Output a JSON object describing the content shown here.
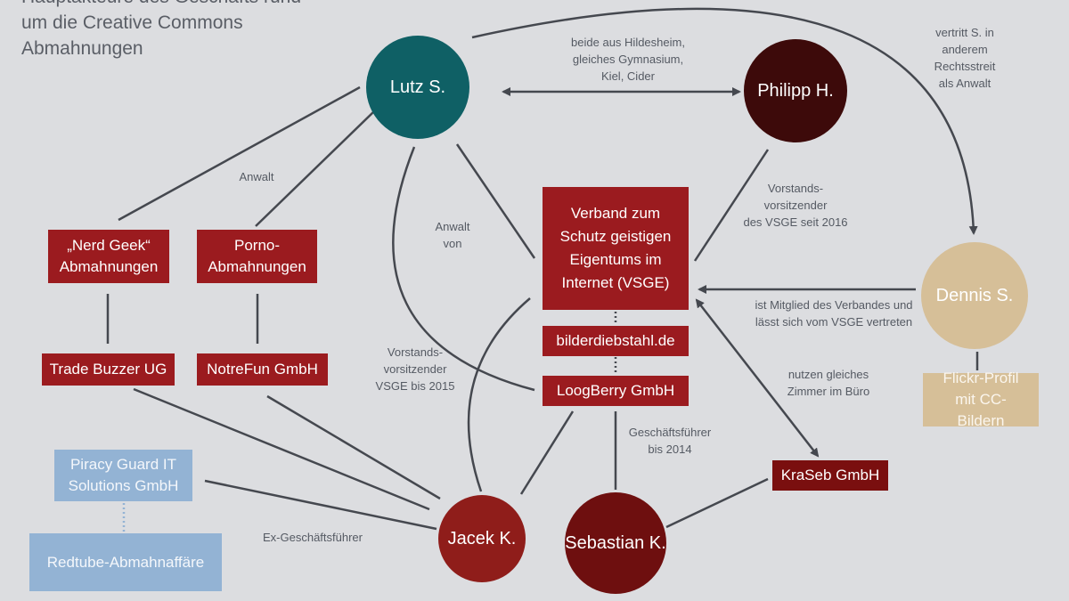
{
  "title": {
    "line0": "Hauptakteure des Geschäfts rund",
    "line1": "um die Creative Commons",
    "line2": "Abmahnungen"
  },
  "nodes": {
    "lutz": "Lutz S.",
    "philipp": "Philipp H.",
    "dennis": "Dennis S.",
    "jacek": "Jacek K.",
    "sebastian": "Sebastian K.",
    "verband": "Verband zum Schutz geistigen Eigentums im Internet (VSGE)",
    "bilderdiebstahl": "bilderdiebstahl.de",
    "loogberry": "LoogBerry GmbH",
    "nerdgeek": "„Nerd Geek“ Abmahnungen",
    "porno": "Porno-Abmahnungen",
    "tradebuzzer": "Trade Buzzer UG",
    "notrefun": "NotreFun GmbH",
    "piracyguard": "Piracy Guard IT Solutions GmbH",
    "redtube": "Redtube-Abmahnaffäre",
    "kraseb": "KraSeb GmbH",
    "flickr": "Flickr-Profil mit CC-Bildern"
  },
  "labels": {
    "hildesheim": "beide aus Hildesheim,\ngleiches Gymnasium,\nKiel, Cider",
    "vertritt": "vertritt S. in\nanderem\nRechtsstreit\nals Anwalt",
    "anwalt": "Anwalt",
    "anwaltvon": "Anwalt\nvon",
    "vorstand2016": "Vorstands-\nvorsitzender\ndes VSGE seit 2016",
    "mitglied": "ist Mitglied des Verbandes und\nlässt sich vom VSGE vertreten",
    "vorstand2015": "Vorstands-\nvorsitzender\nVSGE bis 2015",
    "zimmer": "nutzen gleiches\nZimmer im Büro",
    "gf2014": "Geschäftsführer\nbis 2014",
    "exgf": "Ex-Geschäftsführer"
  },
  "colors": {
    "bg": "#dcdde0",
    "teal": "#0f6065",
    "darkbrown": "#3d0a0a",
    "red": "#9b1b1f",
    "sand": "#d6bf98",
    "blue": "#93b3d4",
    "line": "#45484f"
  }
}
